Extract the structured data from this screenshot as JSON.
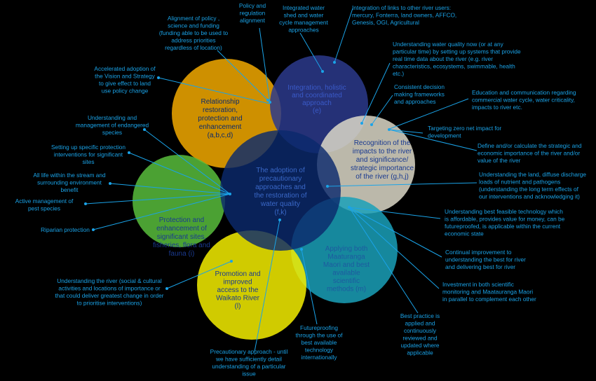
{
  "colors": {
    "background": "#000000",
    "connector": "#1aa3e8",
    "annotation_text": "#1aa3e8",
    "orange": "#f2a900",
    "navy": "#2c3a8c",
    "cream": "#dcd8c8",
    "teal": "#1aa0b8",
    "yellow": "#f4ee00",
    "green": "#58bd3c",
    "center": "#0b2a6c"
  },
  "circles": {
    "center": {
      "lines": [
        "The adoption of",
        "precautionary",
        "approaches and",
        "the restoration of",
        "water quality",
        "(f,k)"
      ]
    },
    "relationship": {
      "lines": [
        "Relationship",
        "restoration,",
        "protection and",
        "enhancement",
        "(a,b,c,d)"
      ]
    },
    "integration": {
      "lines": [
        "Integration, holistic",
        "and coordinated",
        "approach",
        "(e)"
      ]
    },
    "recognition": {
      "lines": [
        "Recognition of the",
        "impacts to the river",
        "and significance/",
        "strategic importance",
        "of the river (g,h,j)"
      ]
    },
    "matauranga": {
      "lines": [
        "Applying both",
        "Maaturanga",
        "Maori and best",
        "available",
        "scientific",
        "methods (m)"
      ]
    },
    "promotion": {
      "lines": [
        "Promotion and",
        "improved",
        "access to the",
        "Waikato River",
        "(l)"
      ]
    },
    "protection": {
      "lines": [
        "Protection and",
        "enhancement of",
        "significant sites,",
        "fisheries, flora and",
        "fauna (i)"
      ]
    }
  },
  "annotations": {
    "alignment_policy": [
      "Alignment of policy ,",
      "science and funding",
      "(funding able to be used to",
      "address priorities",
      "regardless of location)"
    ],
    "policy_regulation": [
      "Policy and",
      "regulation",
      "alignment"
    ],
    "integrated_water": [
      "Integrated water",
      "shed and water",
      "cycle management",
      "approaches"
    ],
    "integration_links": [
      "Integration of links to other river users:",
      "mercury, Fonterra, land owners, AFFCO,",
      "Genesis, OGI, Agricultural"
    ],
    "accelerated_adoption": [
      "Accelerated adoption of",
      "the Vision and Strategy",
      "to give effect to land",
      "use policy change"
    ],
    "understanding_water_quality": [
      "Understanding water quality now (or at any",
      "particular time) by setting up systems that provide",
      "real time data about the river (e.g. river",
      "characteristics, ecosystems, swimmable, health",
      "etc.)"
    ],
    "consistent_decision": [
      "Consistent decision",
      "making frameworks",
      "and approaches"
    ],
    "education_communication": [
      "Education and communication regarding",
      "commercial water cycle, water criticality,",
      "impacts to river etc."
    ],
    "endangered_species": [
      "Understanding and",
      "management of endangered",
      "species"
    ],
    "zero_net_impact": [
      "Targeting zero net impact for",
      "development"
    ],
    "specific_protection": [
      "Setting up specific protection",
      "interventions for significant",
      "sites"
    ],
    "define_calculate": [
      "Define and/or calculate the strategic and",
      "economic importance of the river and/or",
      "value of the river"
    ],
    "all_life": [
      "All life within the stream and",
      "surrounding environment",
      "benefit"
    ],
    "understanding_land": [
      "Understanding the land, diffuse discharge",
      "loads of nutrient and pathogens",
      "(understanding the long term effects of",
      "our interventions and acknowledging it)"
    ],
    "pest_species": [
      "Active management of",
      "pest species"
    ],
    "riparian": [
      "Riparian protection"
    ],
    "best_feasible_tech": [
      "Understanding best feasible technology which",
      "is affordable, provides value for money, can be",
      "futureproofed, is applicable within the current",
      "economic state"
    ],
    "continual_improvement": [
      "Continual improvement to",
      "understanding the best for river",
      "and delivering best for river"
    ],
    "understanding_river": [
      "Understanding the river (social & cultural",
      "activities and locations of importance or",
      "that could deliver greatest change in order",
      "to prioritise interventions)"
    ],
    "investment_monitoring": [
      "Investment in both scientific",
      "monitoring and Maatauranga Maori",
      "in parallel to complement each other"
    ],
    "best_practice": [
      "Best practice is",
      "applied and",
      "continuously",
      "reviewed and",
      "updated where",
      "applicable"
    ],
    "futureproofing": [
      "Futureproofing",
      "through the use of",
      "best available",
      "technology",
      "internationally"
    ],
    "precautionary_approach": [
      "Precautionary approach - until",
      "we have sufficiently detail",
      "understanding of a particular",
      "issue"
    ]
  }
}
